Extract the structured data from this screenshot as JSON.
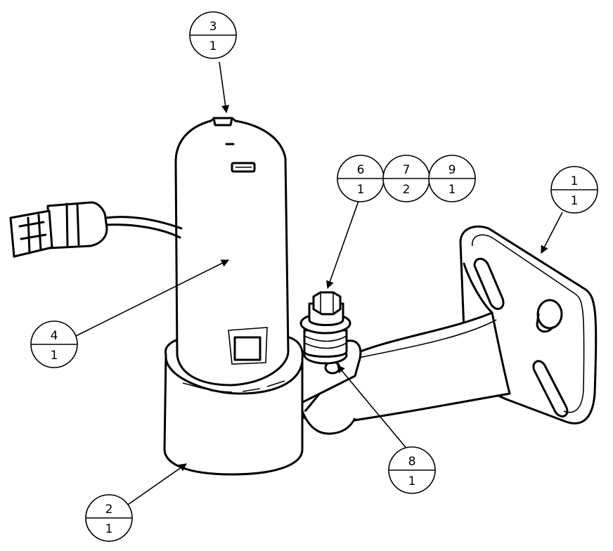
{
  "balloons": [
    {
      "id": "balloon-3",
      "item": "3",
      "qty": "1"
    },
    {
      "id": "balloon-6",
      "item": "6",
      "qty": "1"
    },
    {
      "id": "balloon-7",
      "item": "7",
      "qty": "2"
    },
    {
      "id": "balloon-9",
      "item": "9",
      "qty": "1"
    },
    {
      "id": "balloon-1",
      "item": "1",
      "qty": "1"
    },
    {
      "id": "balloon-4",
      "item": "4",
      "qty": "1"
    },
    {
      "id": "balloon-8",
      "item": "8",
      "qty": "1"
    },
    {
      "id": "balloon-2",
      "item": "2",
      "qty": "1"
    }
  ]
}
